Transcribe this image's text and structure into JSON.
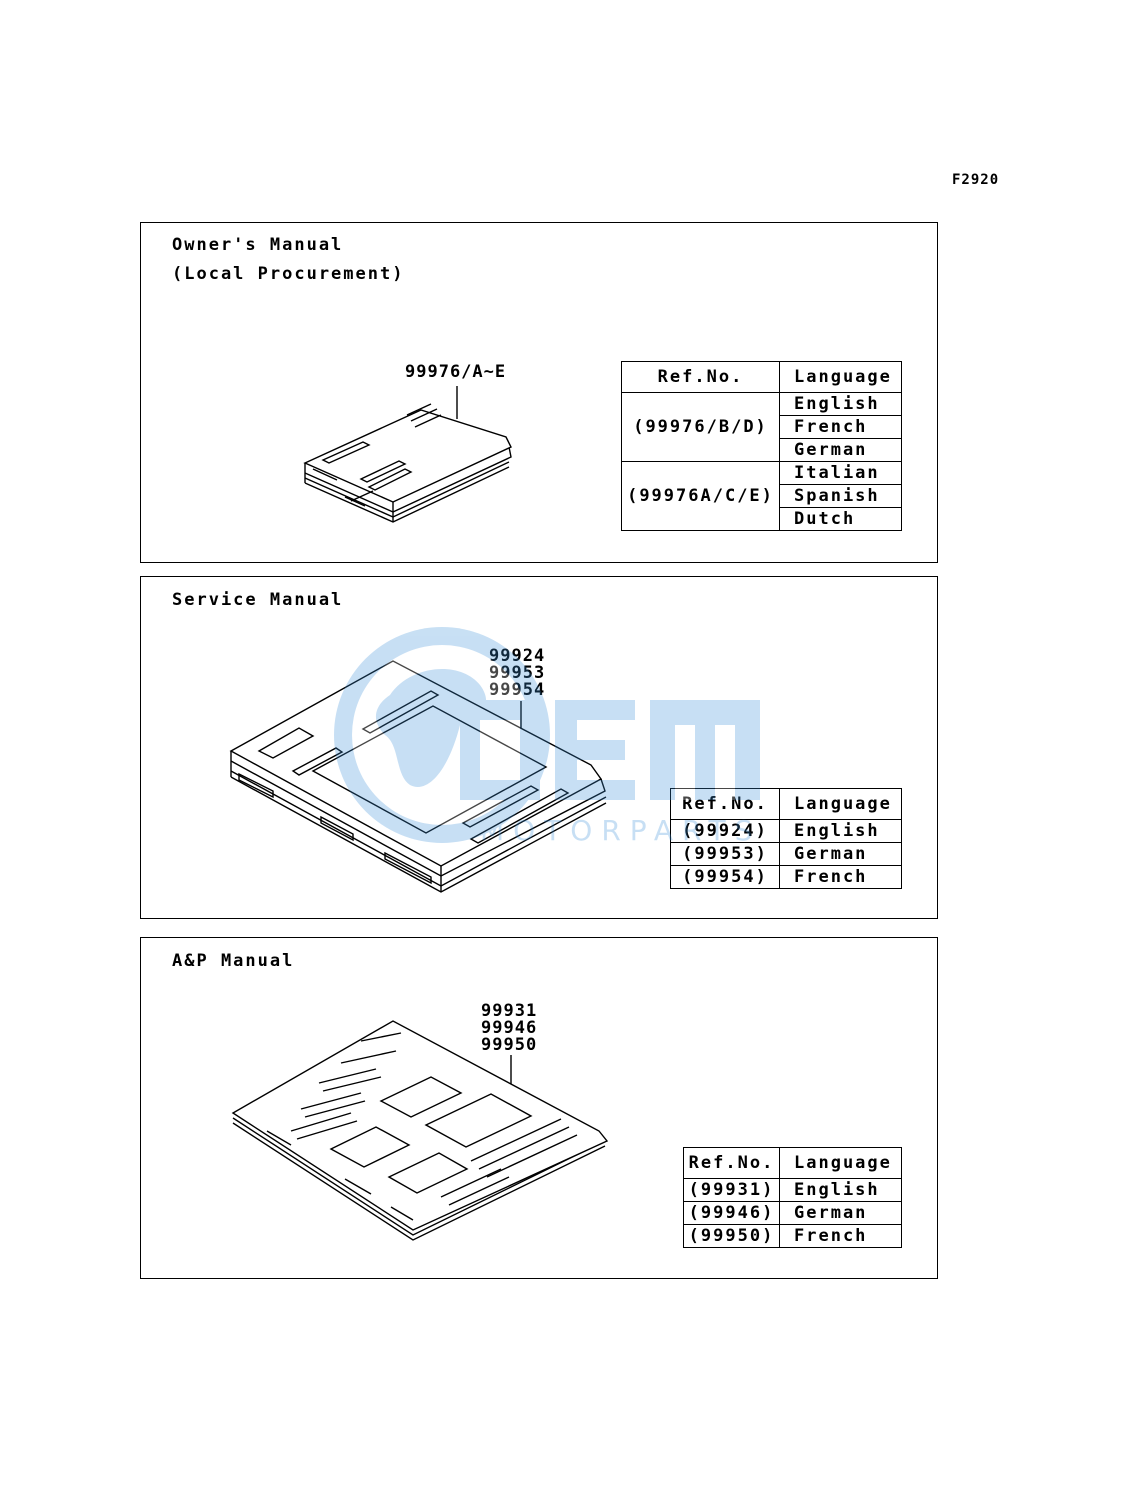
{
  "figure_code": "F2920",
  "panels": [
    {
      "title_lines": [
        "Owner's Manual",
        "(Local Procurement)"
      ],
      "callout_lines": [
        "99976/A~E"
      ],
      "table": {
        "headers": [
          "Ref.No.",
          "Language"
        ],
        "groups": [
          {
            "ref": "(99976/B/D)",
            "languages": [
              "English",
              "French",
              "German"
            ]
          },
          {
            "ref": "(99976A/C/E)",
            "languages": [
              "Italian",
              "Spanish",
              "Dutch"
            ]
          }
        ]
      }
    },
    {
      "title_lines": [
        "Service Manual"
      ],
      "callout_lines": [
        "99924",
        "99953",
        "99954"
      ],
      "table": {
        "headers": [
          "Ref.No.",
          "Language"
        ],
        "rows": [
          {
            "ref": "(99924)",
            "language": "English"
          },
          {
            "ref": "(99953)",
            "language": "German"
          },
          {
            "ref": "(99954)",
            "language": "French"
          }
        ]
      }
    },
    {
      "title_lines": [
        "A&P Manual"
      ],
      "callout_lines": [
        "99931",
        "99946",
        "99950"
      ],
      "table": {
        "headers": [
          "Ref.No.",
          "Language"
        ],
        "rows": [
          {
            "ref": "(99931)",
            "language": "English"
          },
          {
            "ref": "(99946)",
            "language": "German"
          },
          {
            "ref": "(99950)",
            "language": "French"
          }
        ]
      }
    }
  ],
  "watermark": {
    "logo": "OEM",
    "text": "MOTORPARTS",
    "color": "#3b8fd8"
  }
}
